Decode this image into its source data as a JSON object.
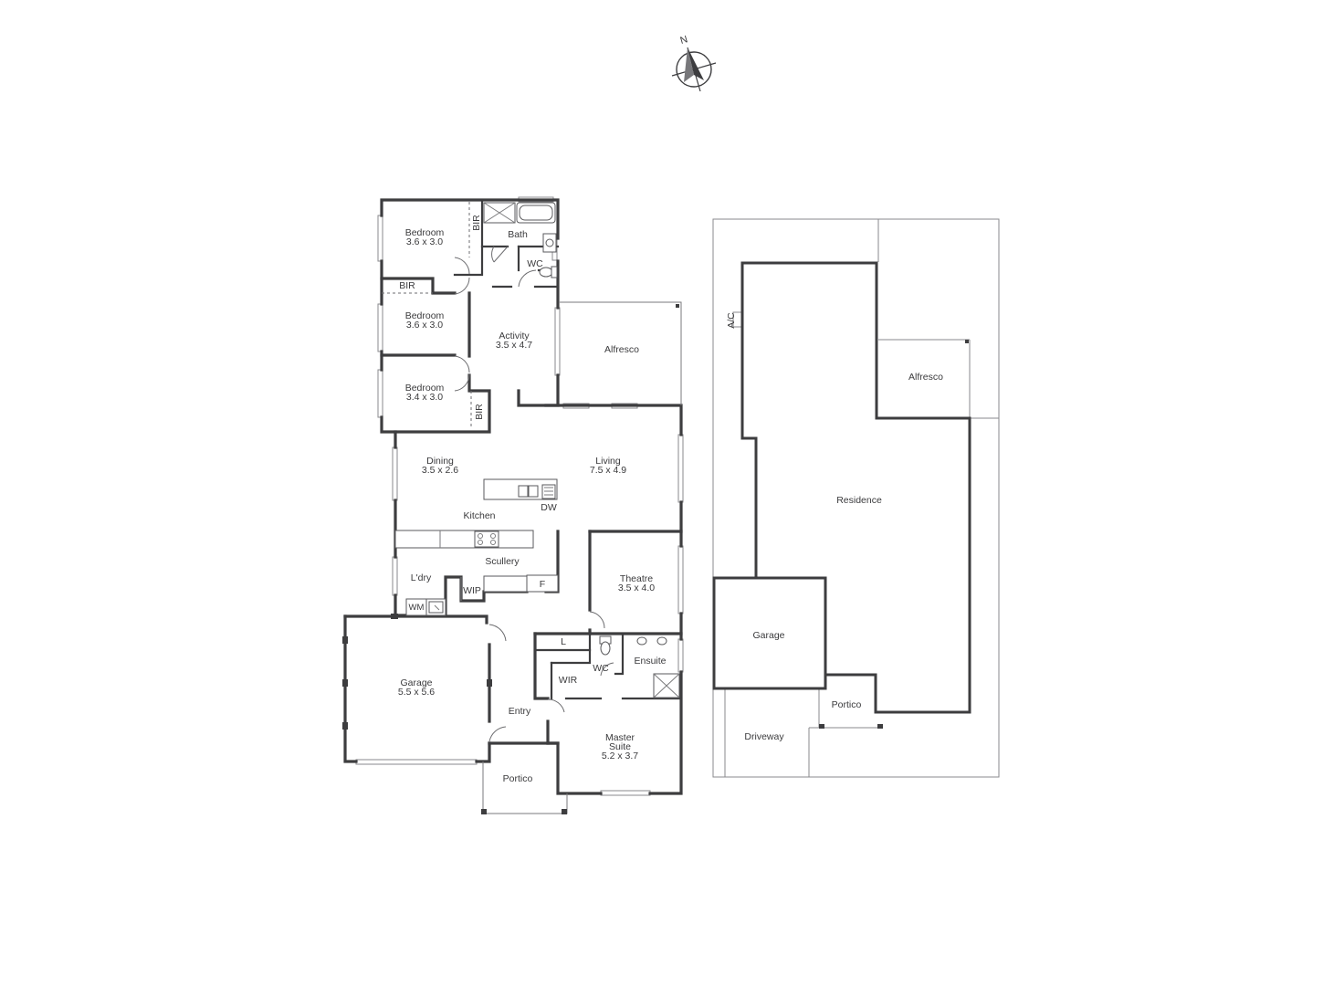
{
  "compass": {
    "label": "N"
  },
  "floor_plan": {
    "rooms": {
      "bedroom1": {
        "name": "Bedroom",
        "size": "3.6 x 3.0"
      },
      "bedroom2": {
        "name": "Bedroom",
        "size": "3.6 x 3.0"
      },
      "bedroom3": {
        "name": "Bedroom",
        "size": "3.4 x 3.0"
      },
      "bath": {
        "name": "Bath"
      },
      "wc_upper": {
        "name": "WC"
      },
      "bir_top": {
        "name": "BIR"
      },
      "bir_mid": {
        "name": "BIR"
      },
      "bir_lower": {
        "name": "BIR"
      },
      "activity": {
        "name": "Activity",
        "size": "3.5 x 4.7"
      },
      "alfresco": {
        "name": "Alfresco"
      },
      "dining": {
        "name": "Dining",
        "size": "3.5 x 2.6"
      },
      "living": {
        "name": "Living",
        "size": "7.5 x 4.9"
      },
      "dw": {
        "name": "DW"
      },
      "kitchen": {
        "name": "Kitchen"
      },
      "scullery": {
        "name": "Scullery"
      },
      "fridge": {
        "name": "F"
      },
      "laundry": {
        "name": "L'dry"
      },
      "wip": {
        "name": "WIP"
      },
      "wm": {
        "name": "WM"
      },
      "theatre": {
        "name": "Theatre",
        "size": "3.5 x 4.0"
      },
      "garage": {
        "name": "Garage",
        "size": "5.5 x 5.6"
      },
      "linen": {
        "name": "L"
      },
      "ensuite": {
        "name": "Ensuite"
      },
      "wc_lower": {
        "name": "WC"
      },
      "wir": {
        "name": "WIR"
      },
      "entry": {
        "name": "Entry"
      },
      "master": {
        "name_line1": "Master",
        "name_line2": "Suite",
        "size": "5.2 x 3.7"
      },
      "portico": {
        "name": "Portico"
      }
    }
  },
  "site_plan": {
    "ac": "A/C",
    "alfresco": "Alfresco",
    "residence": "Residence",
    "garage": "Garage",
    "portico": "Portico",
    "driveway": "Driveway"
  }
}
